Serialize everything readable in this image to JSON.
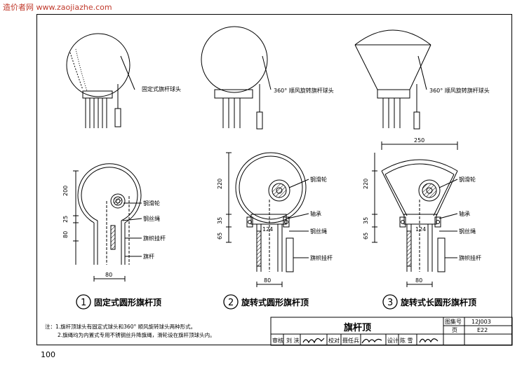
{
  "watermark": "造价者网 www.zaojiazhe.com",
  "page_number": "100",
  "labels": {
    "fixed_ball_head": "固定式旗杆球头",
    "rotating_ball_head_1": "360° 顺风旋转旗杆球头",
    "rotating_ball_head_2": "360° 顺风旋转旗杆球头",
    "steel_pulley": "钢滑轮",
    "steel_rope": "钢丝绳",
    "flag_hanger": "旗帜挂杆",
    "flagpole": "旗杆",
    "bearing": "轴承"
  },
  "dimensions": {
    "d200": "200",
    "d25": "25",
    "d80": "80",
    "d220": "220",
    "d35": "35",
    "d65": "65",
    "d124": "124",
    "d250": "250"
  },
  "captions": [
    {
      "num": "1",
      "text": "固定式圆形旗杆顶"
    },
    {
      "num": "2",
      "text": "旋转式圆形旗杆顶"
    },
    {
      "num": "3",
      "text": "旋转式长圆形旗杆顶"
    }
  ],
  "notes": [
    "注：1.旗杆顶球头有固定式球头和360° 顺风旋转球头两种形式。",
    "2.旗绳均为内置式专用不锈钢丝升降旗绳，滑轮设在旗杆顶球头内。"
  ],
  "title_block": {
    "title": "旗杆顶",
    "atlas_label": "图集号",
    "atlas_no": "12J003",
    "page_label": "页",
    "page_no": "E22",
    "reviewer_label": "审核",
    "reviewer": "刘 浃",
    "checker_label": "校对",
    "checker": "聂任兵",
    "designer_label": "设计",
    "designer": "陈 雪"
  }
}
